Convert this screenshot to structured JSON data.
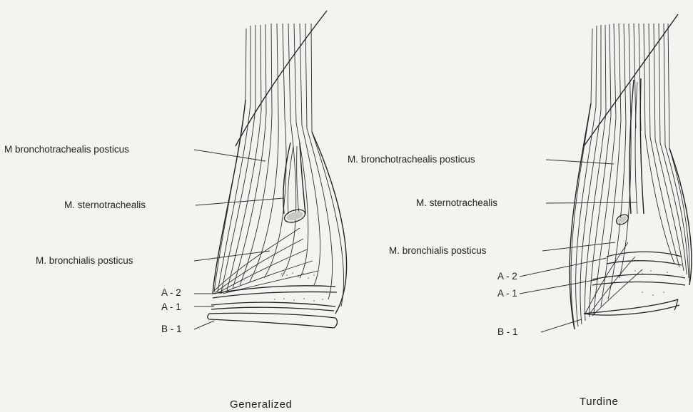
{
  "figures": [
    {
      "caption": "Generalized",
      "labels": [
        "M bronchotrachealis posticus",
        "M. sternotrachealis",
        "M. bronchialis posticus",
        "A - 2",
        "A - 1",
        "B - 1"
      ]
    },
    {
      "caption": "Turdine",
      "labels": [
        "M. bronchotrachealis posticus",
        "M. sternotrachealis",
        "M. bronchialis posticus",
        "A - 2",
        "A - 1",
        "B - 1"
      ]
    }
  ]
}
